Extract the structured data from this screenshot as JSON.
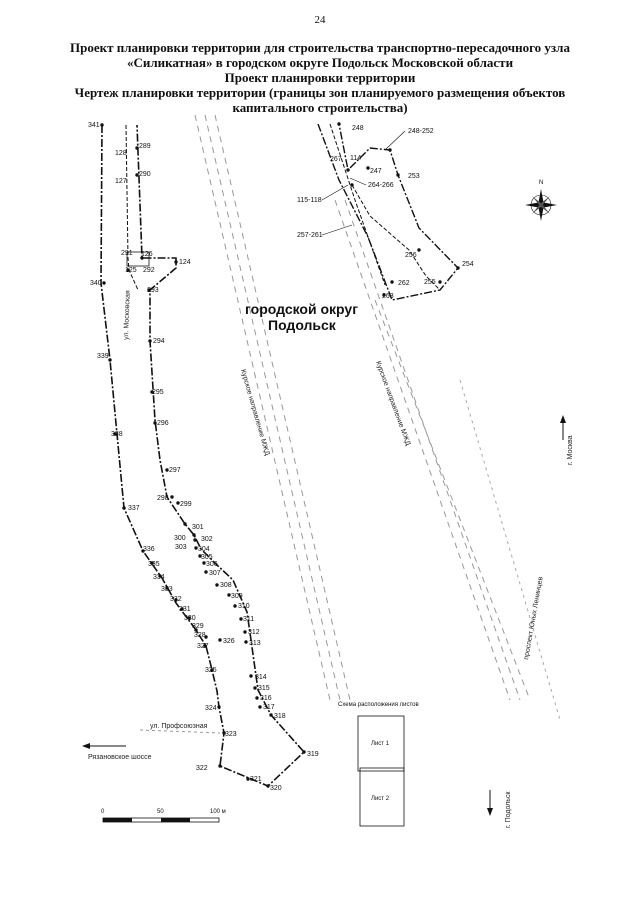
{
  "page_number": "24",
  "title": {
    "line1": "Проект планировки территории для строительства транспортно-пересадочного узла",
    "line2": "«Силикатная» в городском округе Подольск Московской области",
    "line3": "Проект планировки территории",
    "line4": "Чертеж планировки территории (границы зон планируемого размещения объектов",
    "line5": "капитального строительства)"
  },
  "map": {
    "area_label_1": "городской округ",
    "area_label_2": "Подольск",
    "streets": {
      "moskovskaya": "ул. Московская",
      "profsoyuznaya": "ул. Профсоюзная",
      "ryazanovskoe": "Рязановское шоссе",
      "yunyh_lenintsev": "проспект Юных Ленинцев",
      "kursk_1": "Курское направление МЖД",
      "kursk_2": "Курское направление МЖД",
      "to_moscow": "г. Москва",
      "to_podolsk": "г. Подольск"
    },
    "compass_letter": "N",
    "scale_labels": [
      "0",
      "50",
      "100 м"
    ],
    "sheet_scheme": {
      "title": "Схема расположения листов",
      "sheet1": "Лист 1",
      "sheet2": "Лист 2"
    },
    "point_labels": {
      "p341": "341",
      "p128": "128",
      "p289": "289",
      "p127": "127",
      "p290": "290",
      "p291": "291",
      "p126": "126",
      "p124": "124",
      "p125": "125",
      "p292": "292",
      "p340": "340",
      "p293": "293",
      "p294": "294",
      "p339": "339",
      "p295": "295",
      "p338": "338",
      "p296": "296",
      "p297": "297",
      "p337": "337",
      "p298": "298",
      "p299": "299",
      "p301": "301",
      "p300": "300",
      "p302": "302",
      "p303": "303",
      "p304": "304",
      "p336": "336",
      "p305": "305",
      "p335": "335",
      "p306": "306",
      "p307": "307",
      "p334": "334",
      "p308": "308",
      "p333": "333",
      "p309": "309",
      "p332": "332",
      "p310": "310",
      "p331": "331",
      "p311": "311",
      "p330": "330",
      "p329": "329",
      "p312": "312",
      "p328": "328",
      "p313": "313",
      "p327": "327",
      "p326": "326",
      "p325": "325",
      "p314": "314",
      "p315": "315",
      "p316": "316",
      "p317": "317",
      "p318": "318",
      "p324": "324",
      "p323": "323",
      "p319": "319",
      "p322": "322",
      "p321": "321",
      "p320": "320",
      "p248": "248",
      "p248_252": "248-252",
      "p267": "267",
      "p114": "114",
      "p247": "247",
      "p253": "253",
      "p264_266": "264-266",
      "p115_118": "115-118",
      "p257_261": "257-261",
      "p256": "256",
      "p254": "254",
      "p255": "255",
      "p262": "262",
      "p263": "263"
    }
  }
}
